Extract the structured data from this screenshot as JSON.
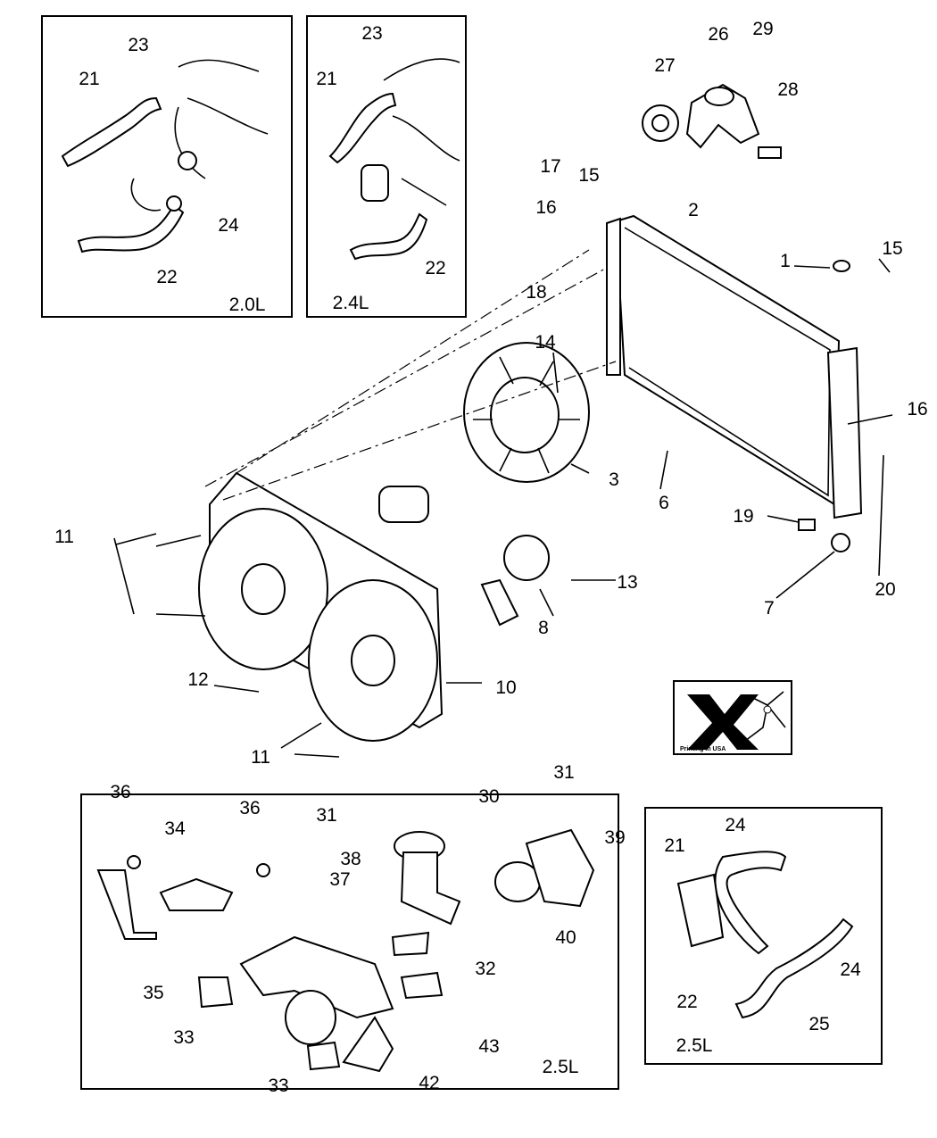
{
  "diagram": {
    "inset_labels": {
      "engine_20": "2.0L",
      "engine_24": "2.4L",
      "engine_25_bottom": "2.5L",
      "engine_25_right": "2.5L"
    },
    "callouts": [
      "23",
      "21",
      "24",
      "22",
      "23",
      "21",
      "22",
      "26",
      "29",
      "27",
      "28",
      "17",
      "15",
      "2",
      "16",
      "18",
      "1",
      "15",
      "14",
      "16",
      "3",
      "6",
      "19",
      "20",
      "7",
      "13",
      "8",
      "11",
      "12",
      "10",
      "11",
      "36",
      "36",
      "34",
      "31",
      "30",
      "31",
      "38",
      "37",
      "39",
      "40",
      "32",
      "35",
      "33",
      "43",
      "42",
      "33",
      "24",
      "21",
      "24",
      "22",
      "25"
    ],
    "logo_text": "Printing in USA",
    "colors": {
      "ink": "#000000",
      "background": "#ffffff"
    }
  }
}
